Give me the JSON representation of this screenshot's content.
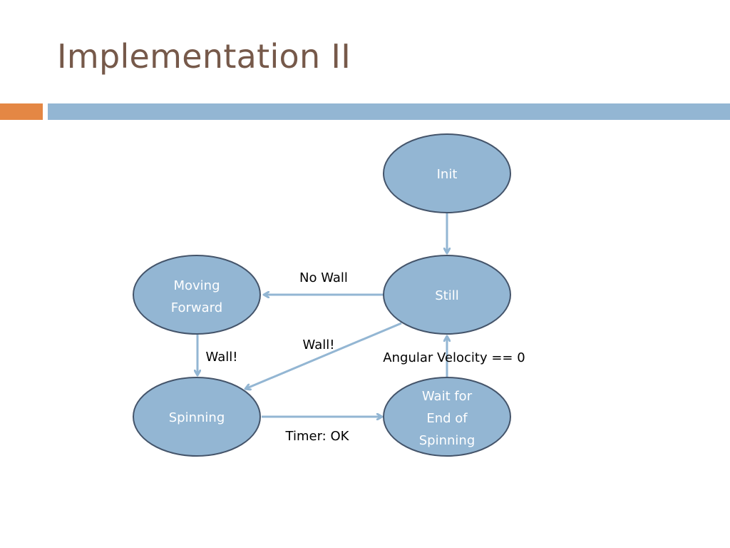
{
  "slide": {
    "title": "Implementation II"
  },
  "colors": {
    "title_text": "#76594a",
    "accent_orange": "#e48744",
    "accent_blue": "#93b6d3",
    "node_fill": "#93b6d3",
    "node_stroke": "#44546a",
    "edge": "#93b6d3"
  },
  "diagram": {
    "nodes": {
      "init": {
        "lines": [
          "Init"
        ]
      },
      "still": {
        "lines": [
          "Still"
        ]
      },
      "moving": {
        "lines": [
          "Moving",
          "Forward"
        ]
      },
      "spinning": {
        "lines": [
          "Spinning"
        ]
      },
      "wait": {
        "lines": [
          "Wait for",
          "End of",
          "Spinning"
        ]
      }
    },
    "edges": {
      "init_to_still": {
        "label": ""
      },
      "still_to_moving": {
        "label": "No Wall"
      },
      "still_to_spinning": {
        "label": "Wall!"
      },
      "moving_to_spinning": {
        "label": "Wall!"
      },
      "spinning_to_wait": {
        "label": "Timer: OK"
      },
      "wait_to_still": {
        "label": "Angular Velocity == 0"
      }
    }
  }
}
